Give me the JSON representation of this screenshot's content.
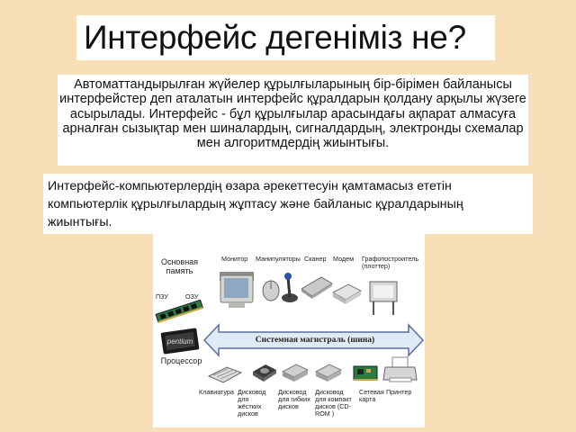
{
  "slide": {
    "title": "Интерфейс дегеніміз не?",
    "definition_1": "Автоматтандырылған жүйелер құрылғыларының бір-бірімен байланысы интерфейстер деп аталатын интерфейс құралдарын қолдану арқылы жүзеге асырылады. Интерфейс - бұл құрылғылар арасындағы ақпарат алмасуға арналған сызықтар мен шиналардың, сигналдардың, электронды схемалар мен алгоритмдердің жиынтығы.",
    "definition_2": "Интерфейс-компьютерлердің өзара әрекеттесуін қамтамасыз ететін компьютерлік құрылғылардың жұптасу және байланыс құралдарының жиынтығы."
  },
  "diagram": {
    "main_memory": "Основная память",
    "rom": "ПЗУ",
    "ram": "ОЗУ",
    "processor": "Процессор",
    "chip_logo": "pentium",
    "bus": "Системная магистраль (шина)",
    "top_devices": [
      {
        "label": "Монитор",
        "icon": "monitor-icon"
      },
      {
        "label": "Манипуляторы",
        "icon": "mouse-joystick-icon"
      },
      {
        "label": "Сканер",
        "icon": "scanner-icon"
      },
      {
        "label": "Модем",
        "icon": "modem-icon"
      },
      {
        "label": "Графопостроитель (плоттер)",
        "icon": "plotter-icon"
      }
    ],
    "bottom_devices": [
      {
        "label": "Клавиатура",
        "icon": "keyboard-icon"
      },
      {
        "label": "Дисковод для жёстких дисков",
        "icon": "hard-drive-icon"
      },
      {
        "label": "Дисковод для гибких дисков",
        "icon": "floppy-drive-icon"
      },
      {
        "label": "Дисковод для компакт дисков (CD-ROM )",
        "icon": "cd-rom-icon"
      },
      {
        "label": "Сетевая карта",
        "icon": "network-card-icon"
      },
      {
        "label": "Принтер",
        "icon": "printer-icon"
      }
    ]
  }
}
